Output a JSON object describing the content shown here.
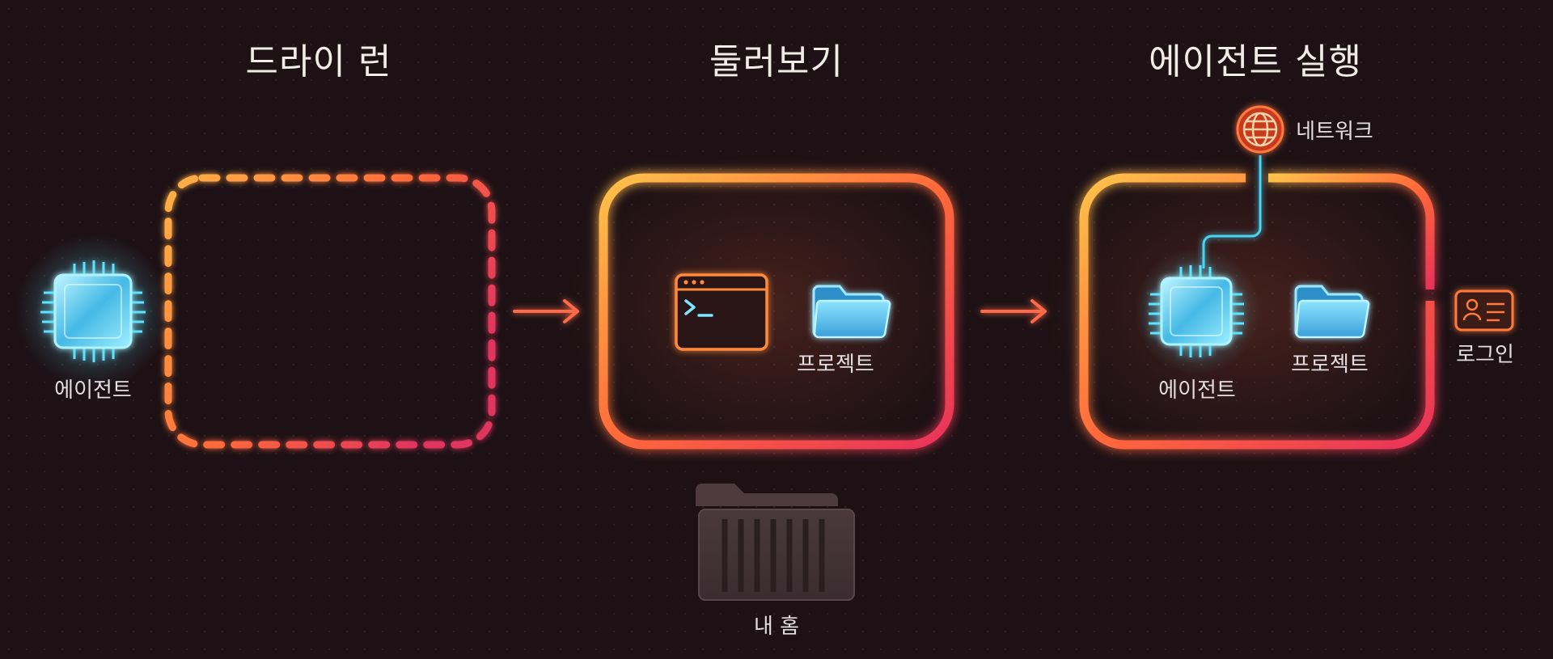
{
  "stages": {
    "dry_run": {
      "title": "드라이 런"
    },
    "browse": {
      "title": "둘러보기"
    },
    "agent_run": {
      "title": "에이전트 실행"
    }
  },
  "labels": {
    "agent_outside": "에이전트",
    "project_browse": "프로젝트",
    "home": "내 홈",
    "network": "네트워크",
    "agent_inside": "에이전트",
    "project_run": "프로젝트",
    "login": "로그인"
  },
  "icons": {
    "chip": "chip-icon",
    "terminal": "terminal-window-icon",
    "folder": "folder-icon",
    "globe": "globe-icon",
    "id_card": "id-card-icon",
    "arrow": "arrow-right-icon"
  },
  "colors": {
    "background": "#1d1115",
    "cage_top": "#ffc24a",
    "cage_mid": "#ff6a3a",
    "cage_end": "#e8325a",
    "chip": "#5fe3ff",
    "folder": "#5cc6f0",
    "connector": "#49d4f2"
  }
}
